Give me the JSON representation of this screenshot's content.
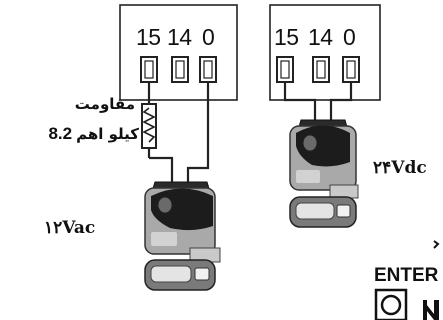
{
  "left_panel": {
    "terminals": [
      "15",
      "14",
      "0"
    ],
    "resistor_label_line1": "مقاومت",
    "resistor_label_value": "8.2",
    "resistor_label_unit": "کیلو اهم",
    "voltage": "۱۲Vac"
  },
  "right_panel": {
    "terminals": [
      "15",
      "14",
      "0"
    ],
    "voltage": "۲۴Vdc"
  },
  "button": {
    "label": "ENTER"
  }
}
